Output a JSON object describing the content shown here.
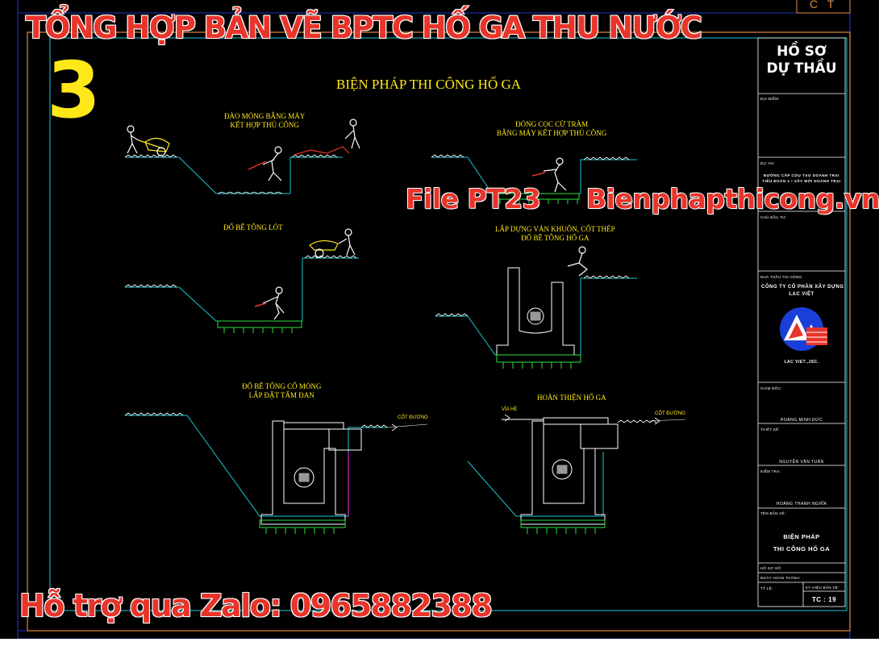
{
  "banner": {
    "title": "TỔNG HỢP BẢN VẼ BPTC HỐ GA THU NƯỚC",
    "number": "3",
    "watermark_file": "File PT23",
    "watermark_site": "Bienphapthicong.vn",
    "support": "Hỗ trợ qua Zalo: 0965882388"
  },
  "drawing": {
    "title": "BIỆN PHÁP THI CÔNG HỐ GA",
    "steps": [
      {
        "line1": "ĐÀO MÓNG BẰNG MÁY",
        "line2": "KẾT HỢP THỦ CÔNG"
      },
      {
        "line1": "ĐÓNG CỌC CỪ TRÀM",
        "line2": "BẰNG MÁY KẾT HỢP THỦ CÔNG"
      },
      {
        "line1": "ĐỔ BÊ TÔNG LÓT",
        "line2": ""
      },
      {
        "line1": "LẮP DỰNG VÁN KHUÔN, CỐT THÉP",
        "line2": "ĐỔ BÊ TÔNG HỐ GA"
      },
      {
        "line1": "ĐỔ BÊ TÔNG CỔ MÓNG",
        "line2": "LẮP ĐẶT TẤM ĐAN"
      },
      {
        "line1": "HOÀN THIỆN HỐ GA",
        "line2": ""
      }
    ],
    "labels": {
      "cot_duong": "CỐT ĐƯỜNG",
      "via_he": "VỈA HÈ"
    },
    "corner_tag": "C T"
  },
  "title_block": {
    "header_line1": "HỒ SƠ",
    "header_line2": "DỰ THẦU",
    "dia_diem": "ĐỊA ĐIỂM:",
    "du_an": "DỰ ÁN:",
    "du_an_val1": "ĐƯỜNG CẤP CỨU TẠO DOANH TRẠI",
    "du_an_val2": "TIỂU ĐOÀN 1 • XÂY MỚI DOANH TRẠI",
    "chu_dau_tu": "CHỦ ĐẦU TƯ:",
    "nha_thau": "NHÀ THẦU THI CÔNG:",
    "company1": "CÔNG TY CỔ PHẦN XÂY DỰNG",
    "company2": "LẠC VIỆT",
    "company_short": "LAC VIET.,JSC.",
    "giam_doc": "GIÁM ĐỐC:",
    "giam_doc_val": "HOÀNG MINH ĐỨC",
    "thiet_ke": "THIẾT KẾ:",
    "thiet_ke_val": "NGUYỄN VĂN TUẤN",
    "kiem_tra": "KIỂM TRA:",
    "kiem_tra_val": "HOÀNG THANH NGHĨA",
    "ten_ban_ve": "TÊN BẢN VẼ:",
    "ten_ban_ve_val1": "BIỆN PHÁP",
    "ten_ban_ve_val2": "THI CÔNG HỐ GA",
    "ho_so_so": "HỒ SƠ SỐ:",
    "ho_so_val": "",
    "ngay_hoan_thanh": "NGÀY HOÀN THÀNH:",
    "ty_le": "TỶ LỆ:",
    "ky_hieu": "KÝ HIỆU BẢN VẼ:",
    "ky_hieu_val": "TC : 19"
  },
  "colors": {
    "cyan": "#19c8d6",
    "yellow": "#ffe81a",
    "red": "#e8342a",
    "green": "#2ee03a",
    "magenta": "#d020d0",
    "frame_blue": "#2030c8",
    "frame_orange": "#e08a3c"
  }
}
